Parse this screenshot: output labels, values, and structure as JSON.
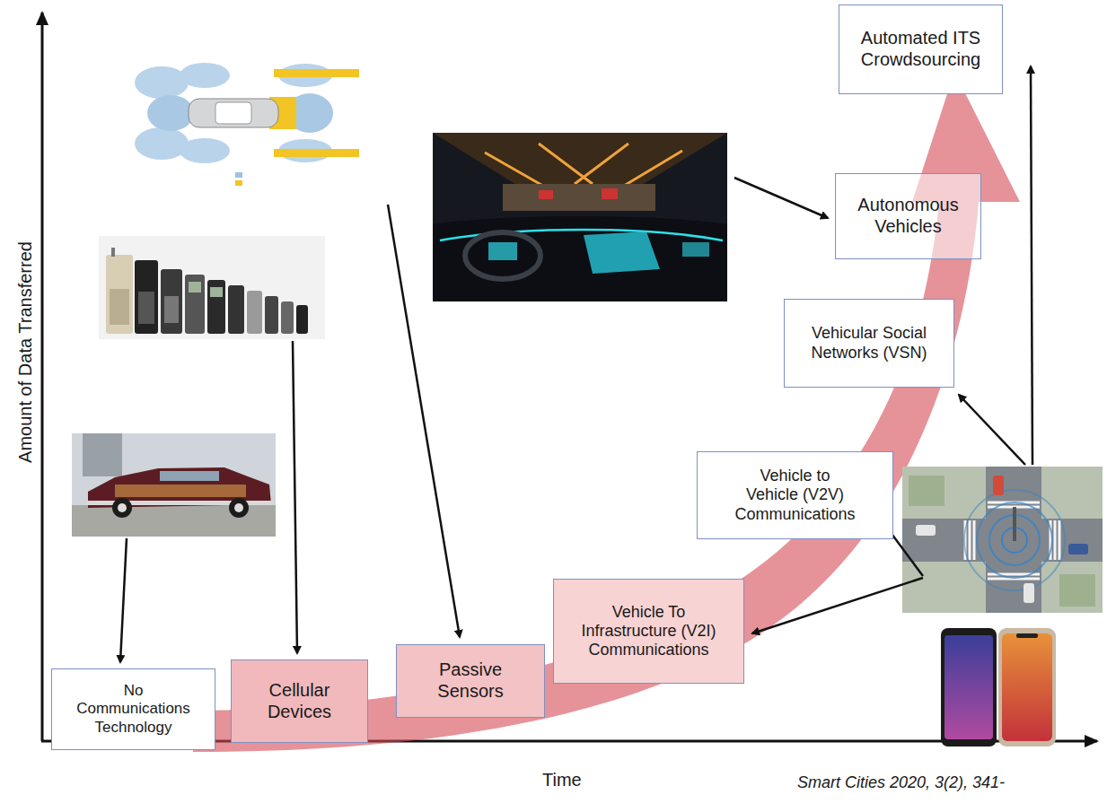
{
  "diagram": {
    "nodes": [
      {
        "text": [
          "No Communications Technology"
        ]
      },
      {
        "text": [
          "Cellular Devices"
        ]
      },
      {
        "text": [
          "Passive Sensors"
        ]
      },
      {
        "text": [
          "Vehicle To Infrastructure (V2I) Communications"
        ]
      },
      {
        "text": [
          "Vehicle to Vehicle (V2V) Communications"
        ]
      },
      {
        "text": [
          "Vehicular Social Networks (VSN)"
        ]
      },
      {
        "text": [
          "Autonomous Vehicles"
        ]
      },
      {
        "text": [
          "Automated ITS Crowdsourcing"
        ]
      }
    ],
    "labels": [
      "Amount of Data Transferred",
      "Time",
      "Smart Cities 2020, 3(2), 341-"
    ]
  }
}
